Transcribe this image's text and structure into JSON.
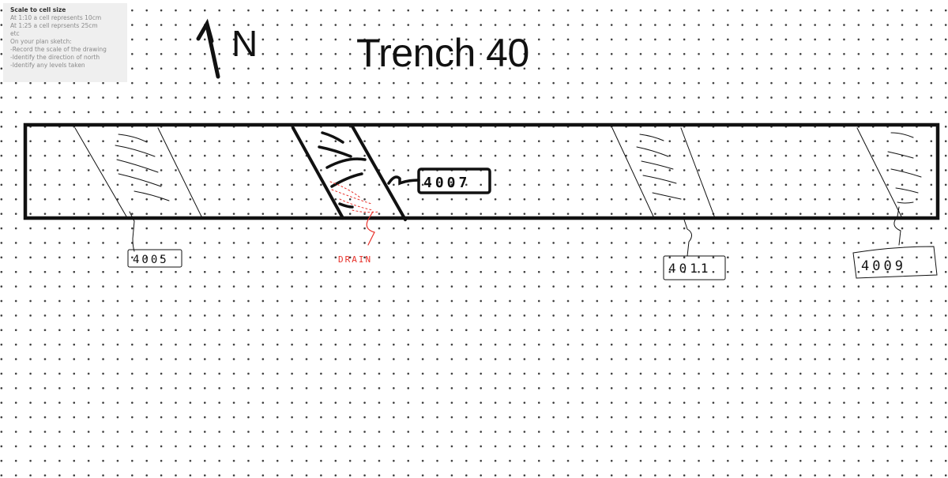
{
  "note": {
    "title": "Scale to cell size",
    "lines": [
      "At 1:10 a cell represents 10cm",
      "At 1:25 a cell reprsents 25cm",
      "etc",
      "On your plan sketch:",
      "-Record the scale of the drawing",
      "-Identify  the direction of north",
      "-Identify any levels taken"
    ]
  },
  "title": "Trench 40",
  "north": {
    "label": "N",
    "icon": "north-arrow-icon"
  },
  "labels": {
    "context_4005": "4005",
    "context_4007": "4007",
    "context_4011": "4011",
    "context_4009": "4009",
    "drain": "DRAIN"
  },
  "colors": {
    "ink": "#111111",
    "drain": "#e8312a",
    "note_bg": "#efefef"
  }
}
